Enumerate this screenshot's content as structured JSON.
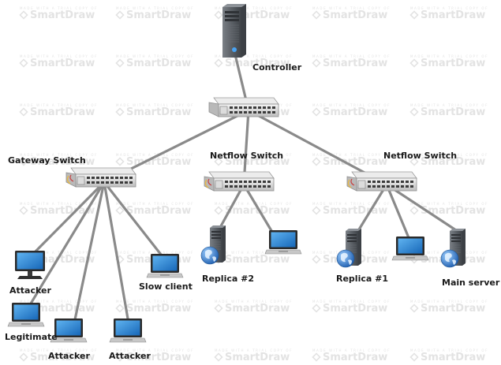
{
  "watermark": {
    "small_text": "MADE WITH A TRIAL COPY OF",
    "brand_text": "SmartDraw"
  },
  "nodes": {
    "controller": {
      "label": "Controller",
      "icon": "server-tower-icon"
    },
    "core_switch": {
      "label": "",
      "icon": "network-switch-icon"
    },
    "gateway_switch": {
      "label": "Gateway Switch",
      "icon": "network-switch-icon"
    },
    "netflow_switch_1": {
      "label": "Netflow Switch",
      "icon": "network-switch-icon"
    },
    "netflow_switch_2": {
      "label": "Netflow Switch",
      "icon": "network-switch-icon"
    },
    "attacker_desktop": {
      "label": "Attacker",
      "icon": "desktop-computer-icon"
    },
    "legitimate": {
      "label": "Legitimate",
      "icon": "laptop-icon"
    },
    "attacker_laptop_1": {
      "label": "Attacker",
      "icon": "laptop-icon"
    },
    "attacker_laptop_2": {
      "label": "Attacker",
      "icon": "laptop-icon"
    },
    "slow_client": {
      "label": "Slow client",
      "icon": "laptop-icon"
    },
    "replica_2": {
      "label": "Replica #2",
      "icon": "web-server-icon"
    },
    "laptop_netflow_1": {
      "label": "",
      "icon": "laptop-icon"
    },
    "replica_1": {
      "label": "Replica #1",
      "icon": "web-server-icon"
    },
    "laptop_netflow_2": {
      "label": "",
      "icon": "laptop-icon"
    },
    "main_server": {
      "label": "Main server",
      "icon": "web-server-icon"
    }
  },
  "links": [
    [
      "controller",
      "core_switch"
    ],
    [
      "core_switch",
      "gateway_switch"
    ],
    [
      "core_switch",
      "netflow_switch_1"
    ],
    [
      "core_switch",
      "netflow_switch_2"
    ],
    [
      "gateway_switch",
      "attacker_desktop"
    ],
    [
      "gateway_switch",
      "legitimate"
    ],
    [
      "gateway_switch",
      "attacker_laptop_1"
    ],
    [
      "gateway_switch",
      "attacker_laptop_2"
    ],
    [
      "gateway_switch",
      "slow_client"
    ],
    [
      "netflow_switch_1",
      "replica_2"
    ],
    [
      "netflow_switch_1",
      "laptop_netflow_1"
    ],
    [
      "netflow_switch_2",
      "replica_1"
    ],
    [
      "netflow_switch_2",
      "laptop_netflow_2"
    ],
    [
      "netflow_switch_2",
      "main_server"
    ]
  ],
  "colors": {
    "link": "#8a8a8a",
    "switch_body": "#d8d8d8",
    "server_body": "#5a5e63",
    "screen_blue": "#1f7fd1",
    "globe_blue": "#2a78c8"
  }
}
